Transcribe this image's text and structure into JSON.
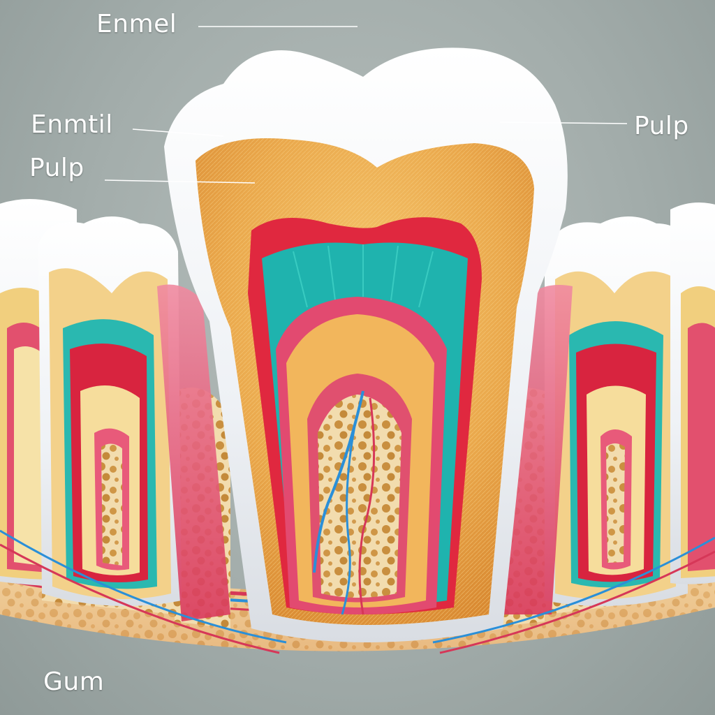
{
  "labels": {
    "top_enamel": "Enmel",
    "left_enamel": "Enmtil",
    "left_pulp": "Pulp",
    "right_pulp": "Pulp",
    "bottom_gum": "Gum"
  },
  "colors": {
    "background": "#a3adab",
    "enamel": "#f4f6f8",
    "dentin": "#e8a64b",
    "pulp_red": "#d8243f",
    "nerve_teal": "#1bb6b0",
    "bone": "#f0d3a0",
    "gum_pink": "#e2506e",
    "vessel_blue": "#2a8fd8",
    "label_text": "#ffffff"
  }
}
